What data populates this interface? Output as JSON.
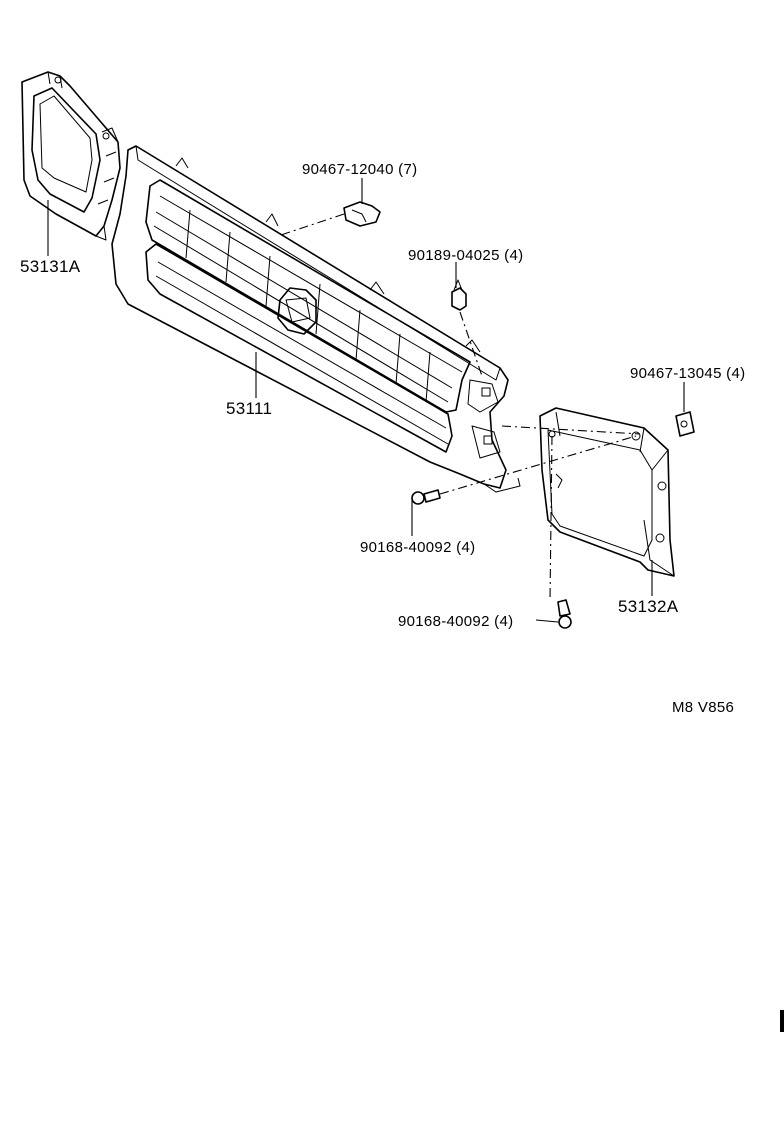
{
  "diagram": {
    "code": "M8 V856",
    "parts": [
      {
        "id": "grille",
        "label": "53111"
      },
      {
        "id": "left_frame",
        "label": "53131A"
      },
      {
        "id": "right_frame",
        "label": "53132A"
      },
      {
        "id": "clip_upper",
        "label": "90467-12040 (7)"
      },
      {
        "id": "clip_pin",
        "label": "90189-04025 (4)"
      },
      {
        "id": "nut_right",
        "label": "90467-13045 (4)"
      },
      {
        "id": "screw_mid",
        "label": "90168-40092 (4)"
      },
      {
        "id": "screw_low",
        "label": "90168-40092 (4)"
      }
    ]
  }
}
